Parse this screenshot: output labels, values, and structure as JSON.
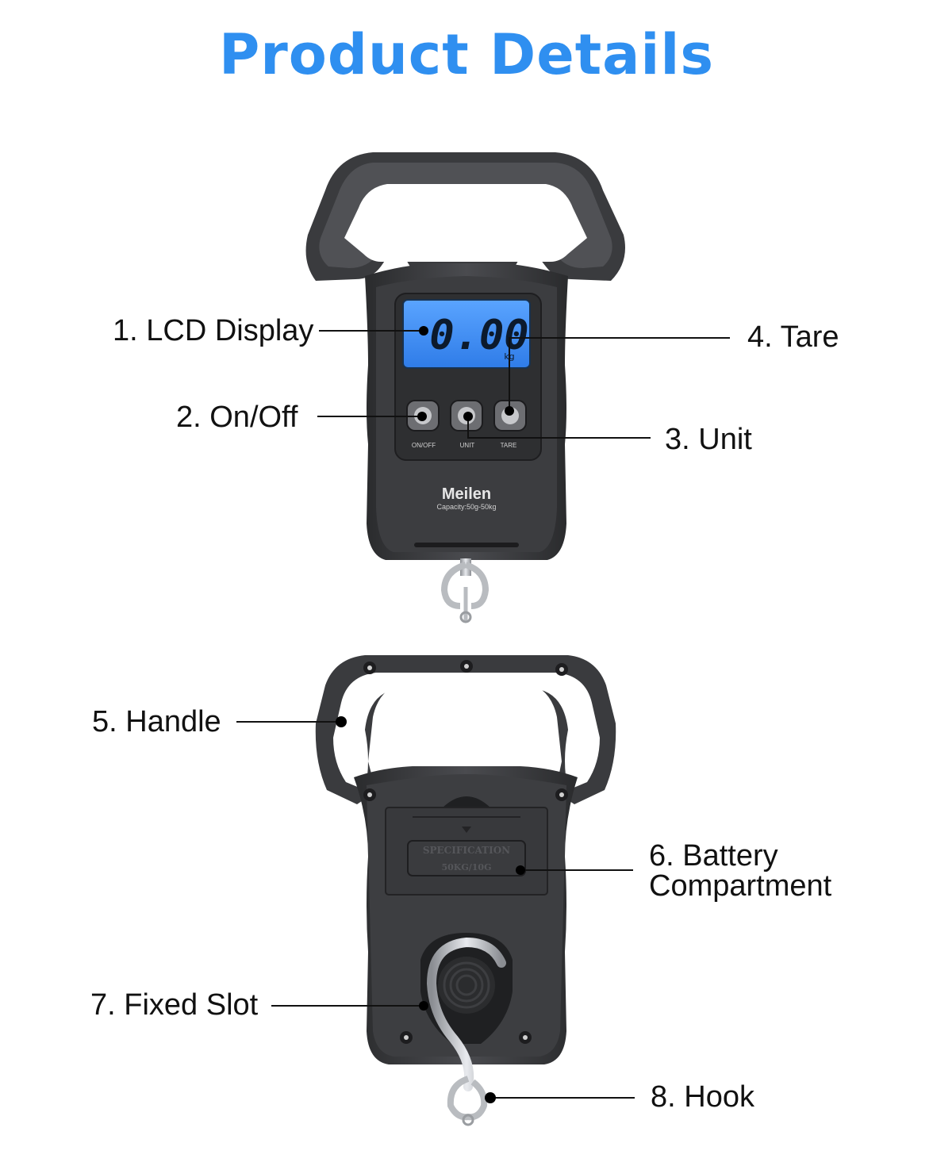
{
  "title": "Product Details",
  "colors": {
    "title": "#2f8ff0",
    "body": "#3e3f42",
    "body_dark": "#2b2c2e",
    "lcd": "#3c8ef5",
    "leader": "#111111"
  },
  "front_scale": {
    "lcd_reading": "0.00",
    "lcd_unit": "kg",
    "buttons": [
      "ON/OFF",
      "UNIT",
      "TARE"
    ],
    "brand": "Meilen",
    "capacity": "Capacity:50g-50kg"
  },
  "back_scale": {
    "spec_title": "SPECIFICATION",
    "spec_value": "50KG/10G"
  },
  "callouts": [
    {
      "id": "lcd-display",
      "text": "1. LCD Display"
    },
    {
      "id": "on-off",
      "text": "2. On/Off"
    },
    {
      "id": "unit",
      "text": "3. Unit"
    },
    {
      "id": "tare",
      "text": "4. Tare"
    },
    {
      "id": "handle",
      "text": "5. Handle"
    },
    {
      "id": "battery-compartment",
      "text": "6. Battery Compartment"
    },
    {
      "id": "fixed-slot",
      "text": "7. Fixed Slot"
    },
    {
      "id": "hook",
      "text": "8. Hook"
    }
  ]
}
